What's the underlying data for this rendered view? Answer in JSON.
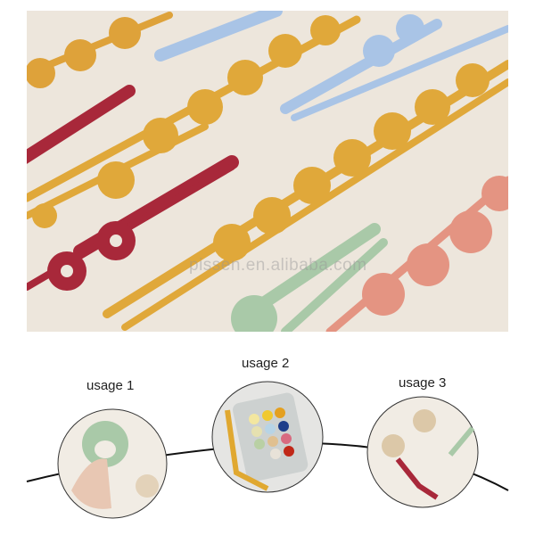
{
  "watermark": "pissen.en.alibaba.com",
  "usages": [
    {
      "label": "usage 1"
    },
    {
      "label": "usage 2"
    },
    {
      "label": "usage 3"
    }
  ],
  "colors": {
    "background": "#ede6dc",
    "mustard": "#e0a83a",
    "blue": "#a9c4e6",
    "red": "#a8283a",
    "sage": "#a9c9a8",
    "pink": "#e49482"
  }
}
